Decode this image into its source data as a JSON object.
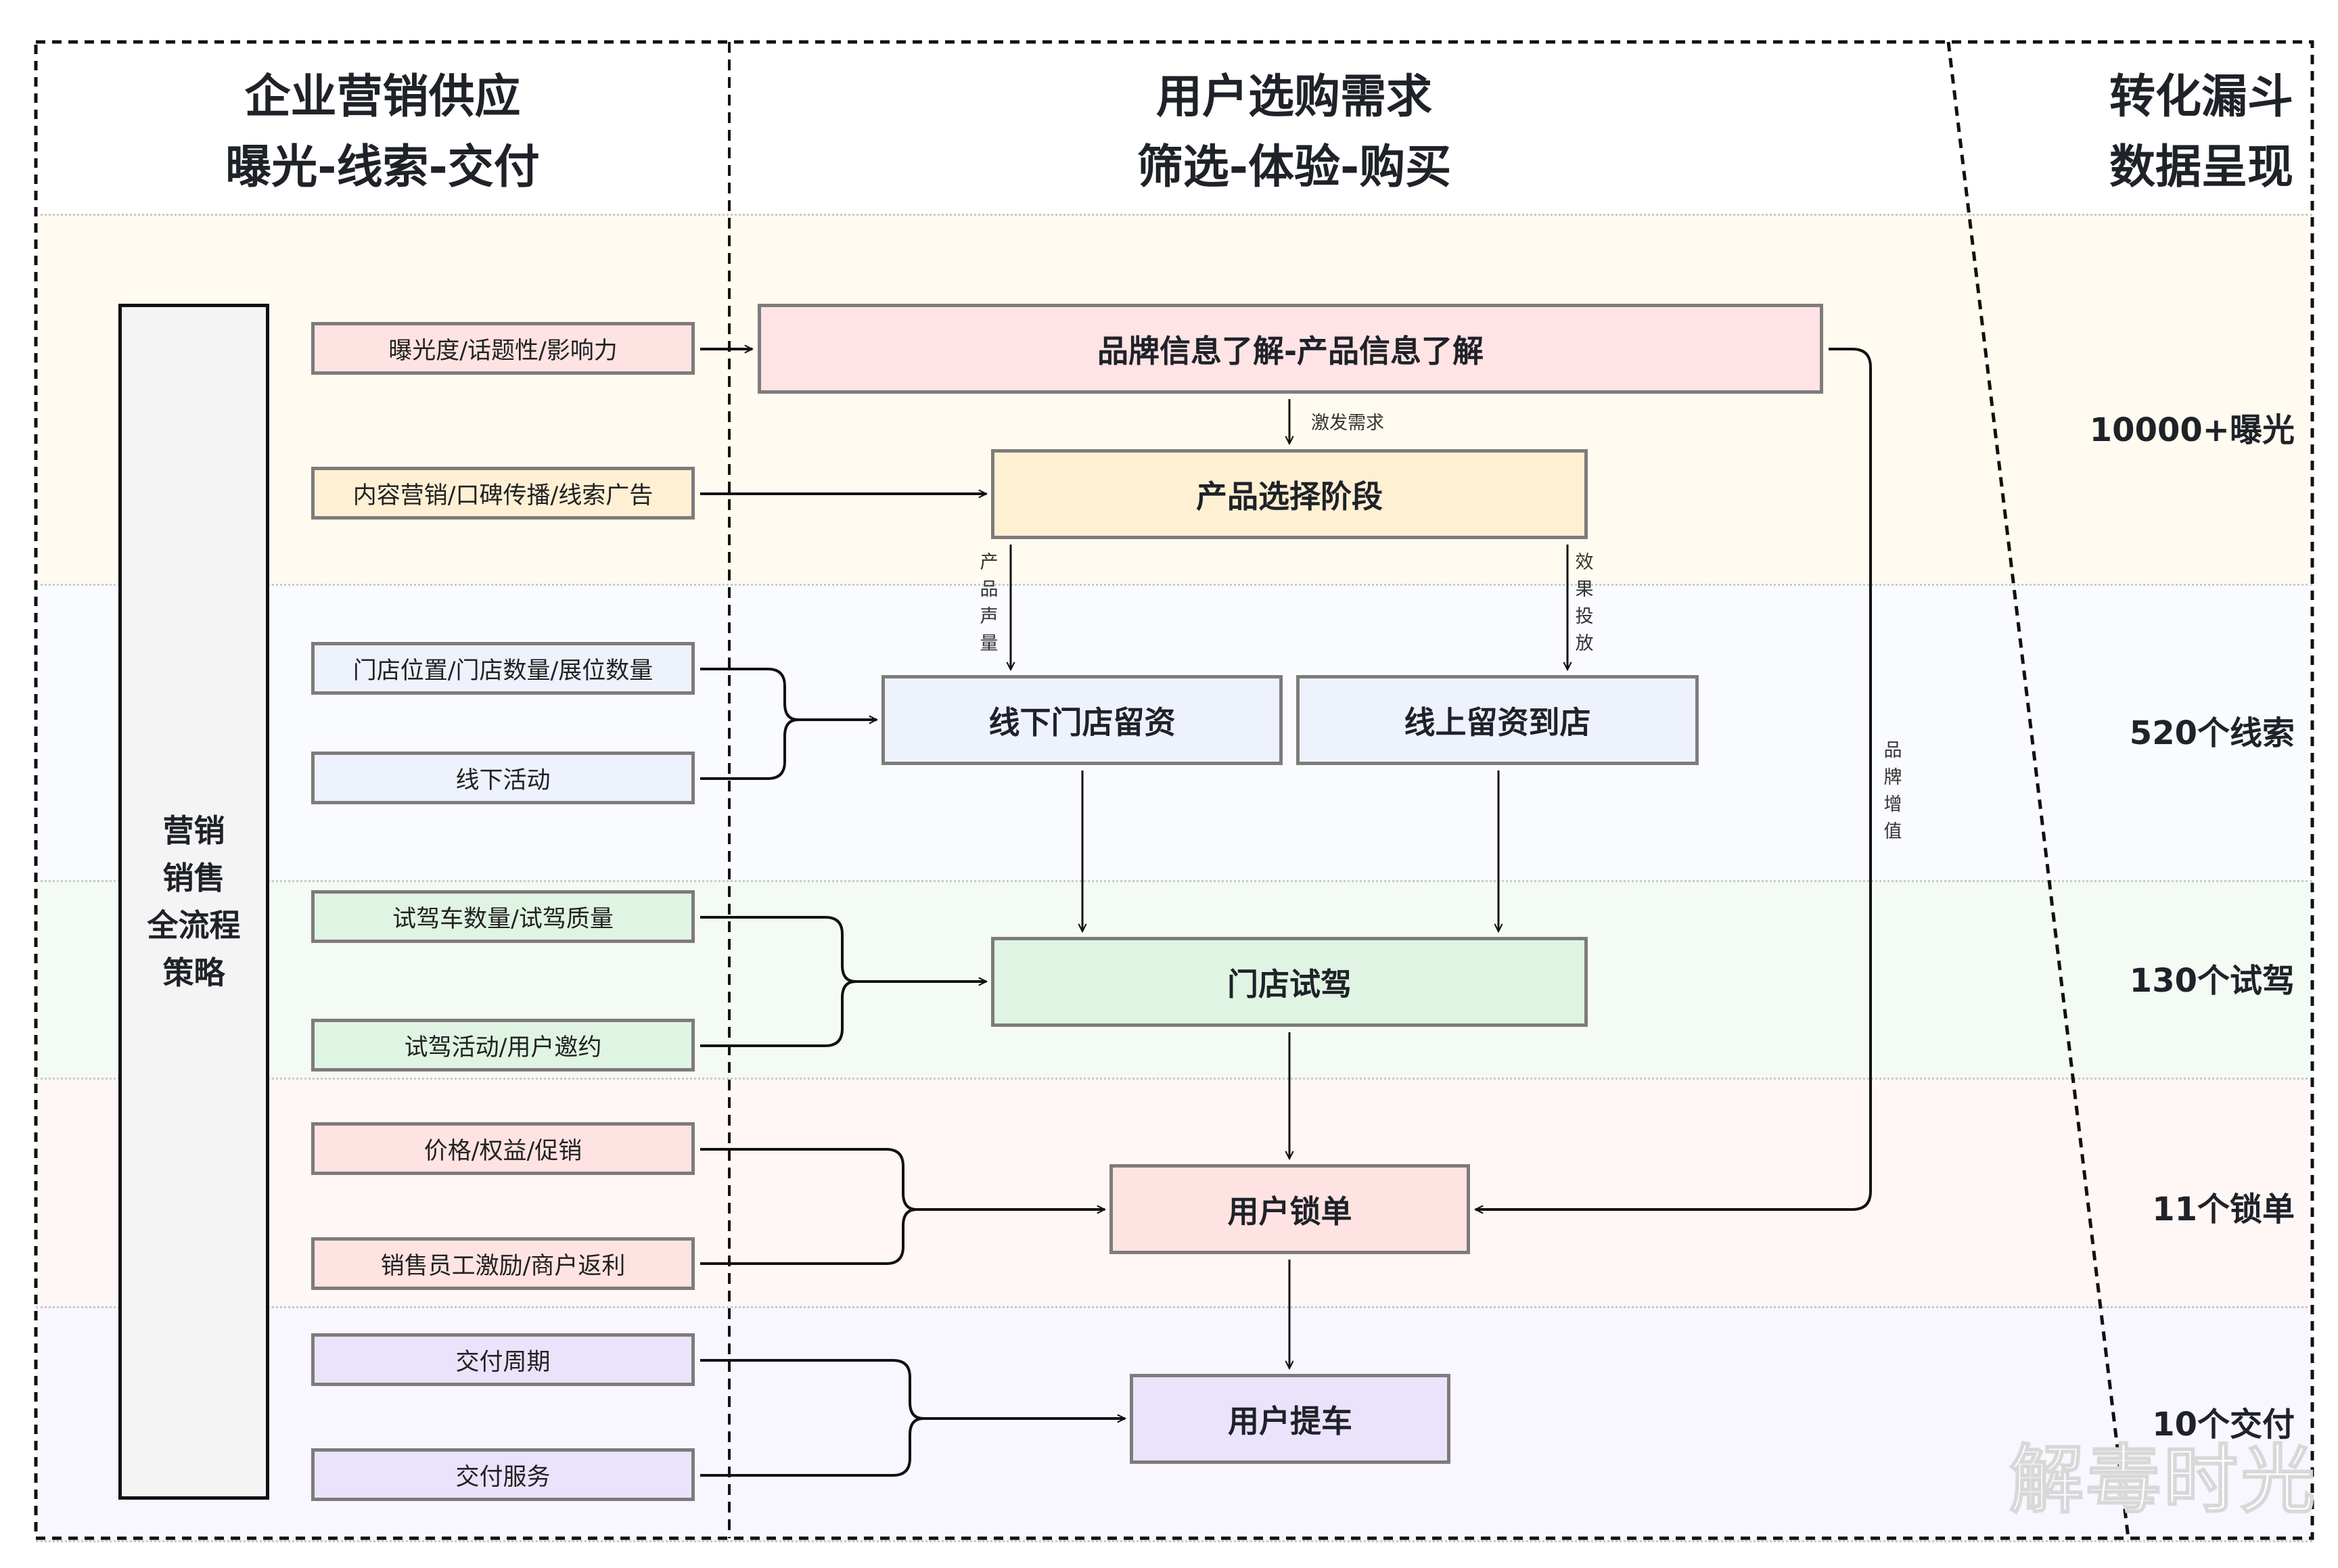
{
  "columns": {
    "supply": {
      "line1": "企业营销供应",
      "line2": "曝光-线索-交付"
    },
    "demand": {
      "line1": "用户选购需求",
      "line2": "筛选-体验-购买"
    },
    "funnel": {
      "line1": "转化漏斗",
      "line2": "数据呈现"
    }
  },
  "bands": [
    {
      "name": "exposure",
      "color": "#fffbf0"
    },
    {
      "name": "leads",
      "color": "#fafbfe"
    },
    {
      "name": "test-drive",
      "color": "#f4fbf4"
    },
    {
      "name": "lock-order",
      "color": "#fff7f6"
    },
    {
      "name": "delivery",
      "color": "#f8f6fe"
    }
  ],
  "strategy": {
    "lines": [
      "营销",
      "销售",
      "全流程",
      "策略"
    ]
  },
  "inputs": [
    {
      "label": "曝光度/话题性/影响力",
      "color": "#ffe3e3"
    },
    {
      "label": "内容营销/口碑传播/线索广告",
      "color": "#fff0d4"
    },
    {
      "label": "门店位置/门店数量/展位数量",
      "color": "#eef2fd"
    },
    {
      "label": "线下活动",
      "color": "#eef2fd"
    },
    {
      "label": "试驾车数量/试驾质量",
      "color": "#e0f4e3"
    },
    {
      "label": "试驾活动/用户邀约",
      "color": "#e0f4e3"
    },
    {
      "label": "价格/权益/促销",
      "color": "#ffe3e3"
    },
    {
      "label": "销售员工激励/商户返利",
      "color": "#ffe3e3"
    },
    {
      "label": "交付周期",
      "color": "#ebe3fc"
    },
    {
      "label": "交付服务",
      "color": "#ebe3fc"
    }
  ],
  "stages": [
    {
      "label": "品牌信息了解-产品信息了解",
      "color": "#ffe3e5"
    },
    {
      "label": "产品选择阶段",
      "color": "#fff0d4"
    },
    {
      "label": "线下门店留资",
      "color": "#eef2fd"
    },
    {
      "label": "线上留资到店",
      "color": "#eef2fd"
    },
    {
      "label": "门店试驾",
      "color": "#e0f4e3"
    },
    {
      "label": "用户锁单",
      "color": "#ffe3e3"
    },
    {
      "label": "用户提车",
      "color": "#ebe3fc"
    }
  ],
  "edge_labels": {
    "trigger_demand": "激发需求",
    "product_volume": "产品声量",
    "ad_delivery": "效果投放",
    "brand_value": "品牌增值"
  },
  "funnel_metrics": [
    {
      "stage": "曝光",
      "value": 10000,
      "label": "10000+曝光"
    },
    {
      "stage": "线索",
      "value": 520,
      "label": "520个线索"
    },
    {
      "stage": "试驾",
      "value": 130,
      "label": "130个试驾"
    },
    {
      "stage": "锁单",
      "value": 11,
      "label": "11个锁单"
    },
    {
      "stage": "交付",
      "value": 10,
      "label": "10个交付"
    }
  ],
  "watermark": "解毒时光"
}
